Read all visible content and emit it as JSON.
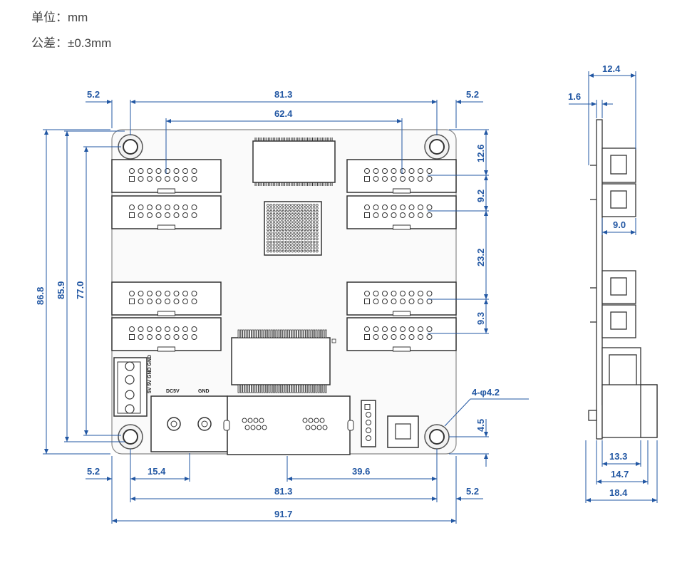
{
  "header": {
    "unit": "单位：mm",
    "tolerance": "公差：±0.3mm"
  },
  "dimensions": {
    "top_left_offset": "5.2",
    "top_width": "81.3",
    "top_right_offset": "5.2",
    "connector_span": "62.4",
    "board_height": "86.8",
    "hole_span_v": "85.9",
    "inner_height": "77.0",
    "r_12_6": "12.6",
    "r_9_2": "9.2",
    "r_23_2": "23.2",
    "r_9_3": "9.3",
    "r_4_5": "4.5",
    "hole_callout": "4-φ4.2",
    "bot_left_offset": "5.2",
    "bot_15_4": "15.4",
    "bot_39_6": "39.6",
    "bot_hole_span": "81.3",
    "bot_right_offset": "5.2",
    "bot_total": "91.7",
    "side_12_4": "12.4",
    "side_1_6": "1.6",
    "side_9_0": "9.0",
    "side_13_3": "13.3",
    "side_14_7": "14.7",
    "side_18_4": "18.4"
  },
  "labels": {
    "dc5v": "DC5V",
    "gnd": "GND",
    "terminal": "5V 5V GND GND"
  },
  "colors": {
    "dimension": "#2257a3",
    "outline": "#333333"
  }
}
